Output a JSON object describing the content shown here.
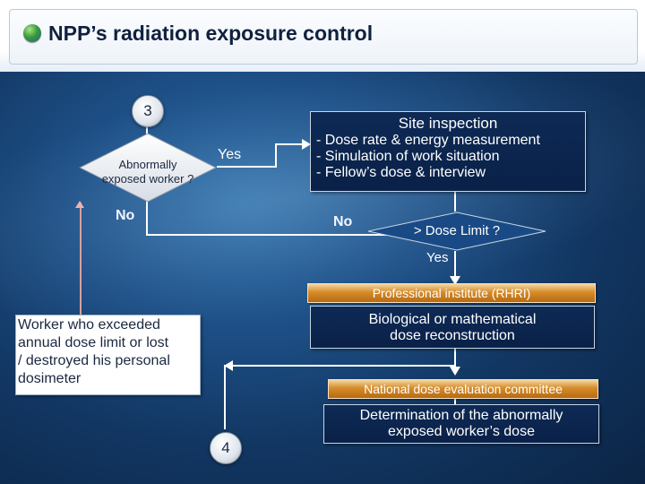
{
  "header": {
    "title": "NPP’s radiation exposure control"
  },
  "steps": {
    "start_badge": "3",
    "end_badge": "4"
  },
  "decision_abnormal": {
    "line1": "Abnormally",
    "line2": "exposed worker ?"
  },
  "labels": {
    "yes_1": "Yes",
    "no_1": "No",
    "no_2": "No",
    "yes_2": "Yes"
  },
  "site_inspection": {
    "title": "Site inspection",
    "items": [
      "- Dose rate & energy measurement",
      "- Simulation of work situation",
      "- Fellow’s dose & interview"
    ]
  },
  "decision_dose_limit": {
    "label": "> Dose Limit ?"
  },
  "professional_institute": {
    "label": "Professional institute (RHRI)"
  },
  "reconstruction": {
    "line1": "Biological or mathematical",
    "line2": "dose reconstruction"
  },
  "worker_note": {
    "lines": [
      "Worker who exceeded",
      "annual dose limit or lost",
      "/ destroyed his personal",
      "dosimeter"
    ]
  },
  "committee": {
    "label": "National dose evaluation committee"
  },
  "determination": {
    "line1": "Determination of the abnormally",
    "line2": "exposed worker’s dose"
  },
  "colors": {
    "background": "#1d4f86",
    "dark_box": "#0b2350",
    "orange_bar": "#d58c2a",
    "title_bullet": "#3a9b3a"
  }
}
